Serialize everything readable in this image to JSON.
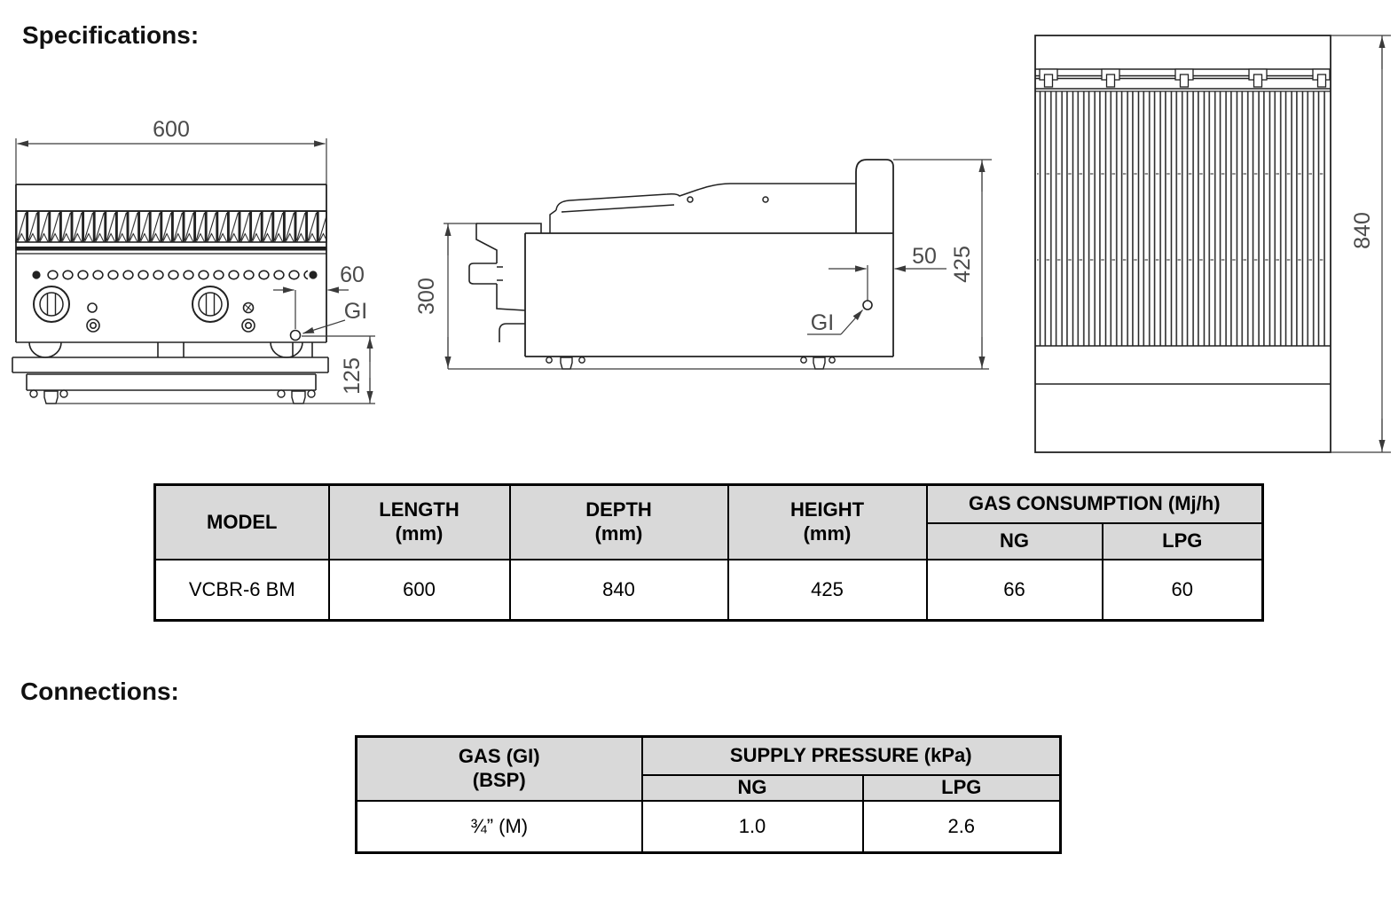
{
  "headings": {
    "specifications": "Specifications:",
    "connections": "Connections:"
  },
  "front_view": {
    "width_mm": "600",
    "inlet_offset_mm": "60",
    "gas_inlet_label": "GI",
    "base_height_mm": "125"
  },
  "side_view": {
    "front_height_mm": "300",
    "inlet_setback_mm": "50",
    "gas_inlet_label": "GI",
    "overall_height_mm": "425"
  },
  "top_view": {
    "depth_mm": "840"
  },
  "spec_table": {
    "headers": {
      "model": "MODEL",
      "length": "LENGTH",
      "length_unit": "(mm)",
      "depth": "DEPTH",
      "depth_unit": "(mm)",
      "height": "HEIGHT",
      "height_unit": "(mm)",
      "gas_consumption": "GAS CONSUMPTION (Mj/h)",
      "ng": "NG",
      "lpg": "LPG"
    },
    "row": {
      "model": "VCBR-6 BM",
      "length": "600",
      "depth": "840",
      "height": "425",
      "ng": "66",
      "lpg": "60"
    }
  },
  "connections_table": {
    "headers": {
      "gas_line1": "GAS (GI)",
      "gas_line2": "(BSP)",
      "supply_pressure": "SUPPLY PRESSURE (kPa)",
      "ng": "NG",
      "lpg": "LPG"
    },
    "row": {
      "gas_size": "¾” (M)",
      "ng": "1.0",
      "lpg": "2.6"
    }
  },
  "colors": {
    "line": "#222222",
    "dimension": "#4a4a4a",
    "table_header_bg": "#d9d9d9",
    "border": "#000000",
    "background": "#ffffff"
  }
}
